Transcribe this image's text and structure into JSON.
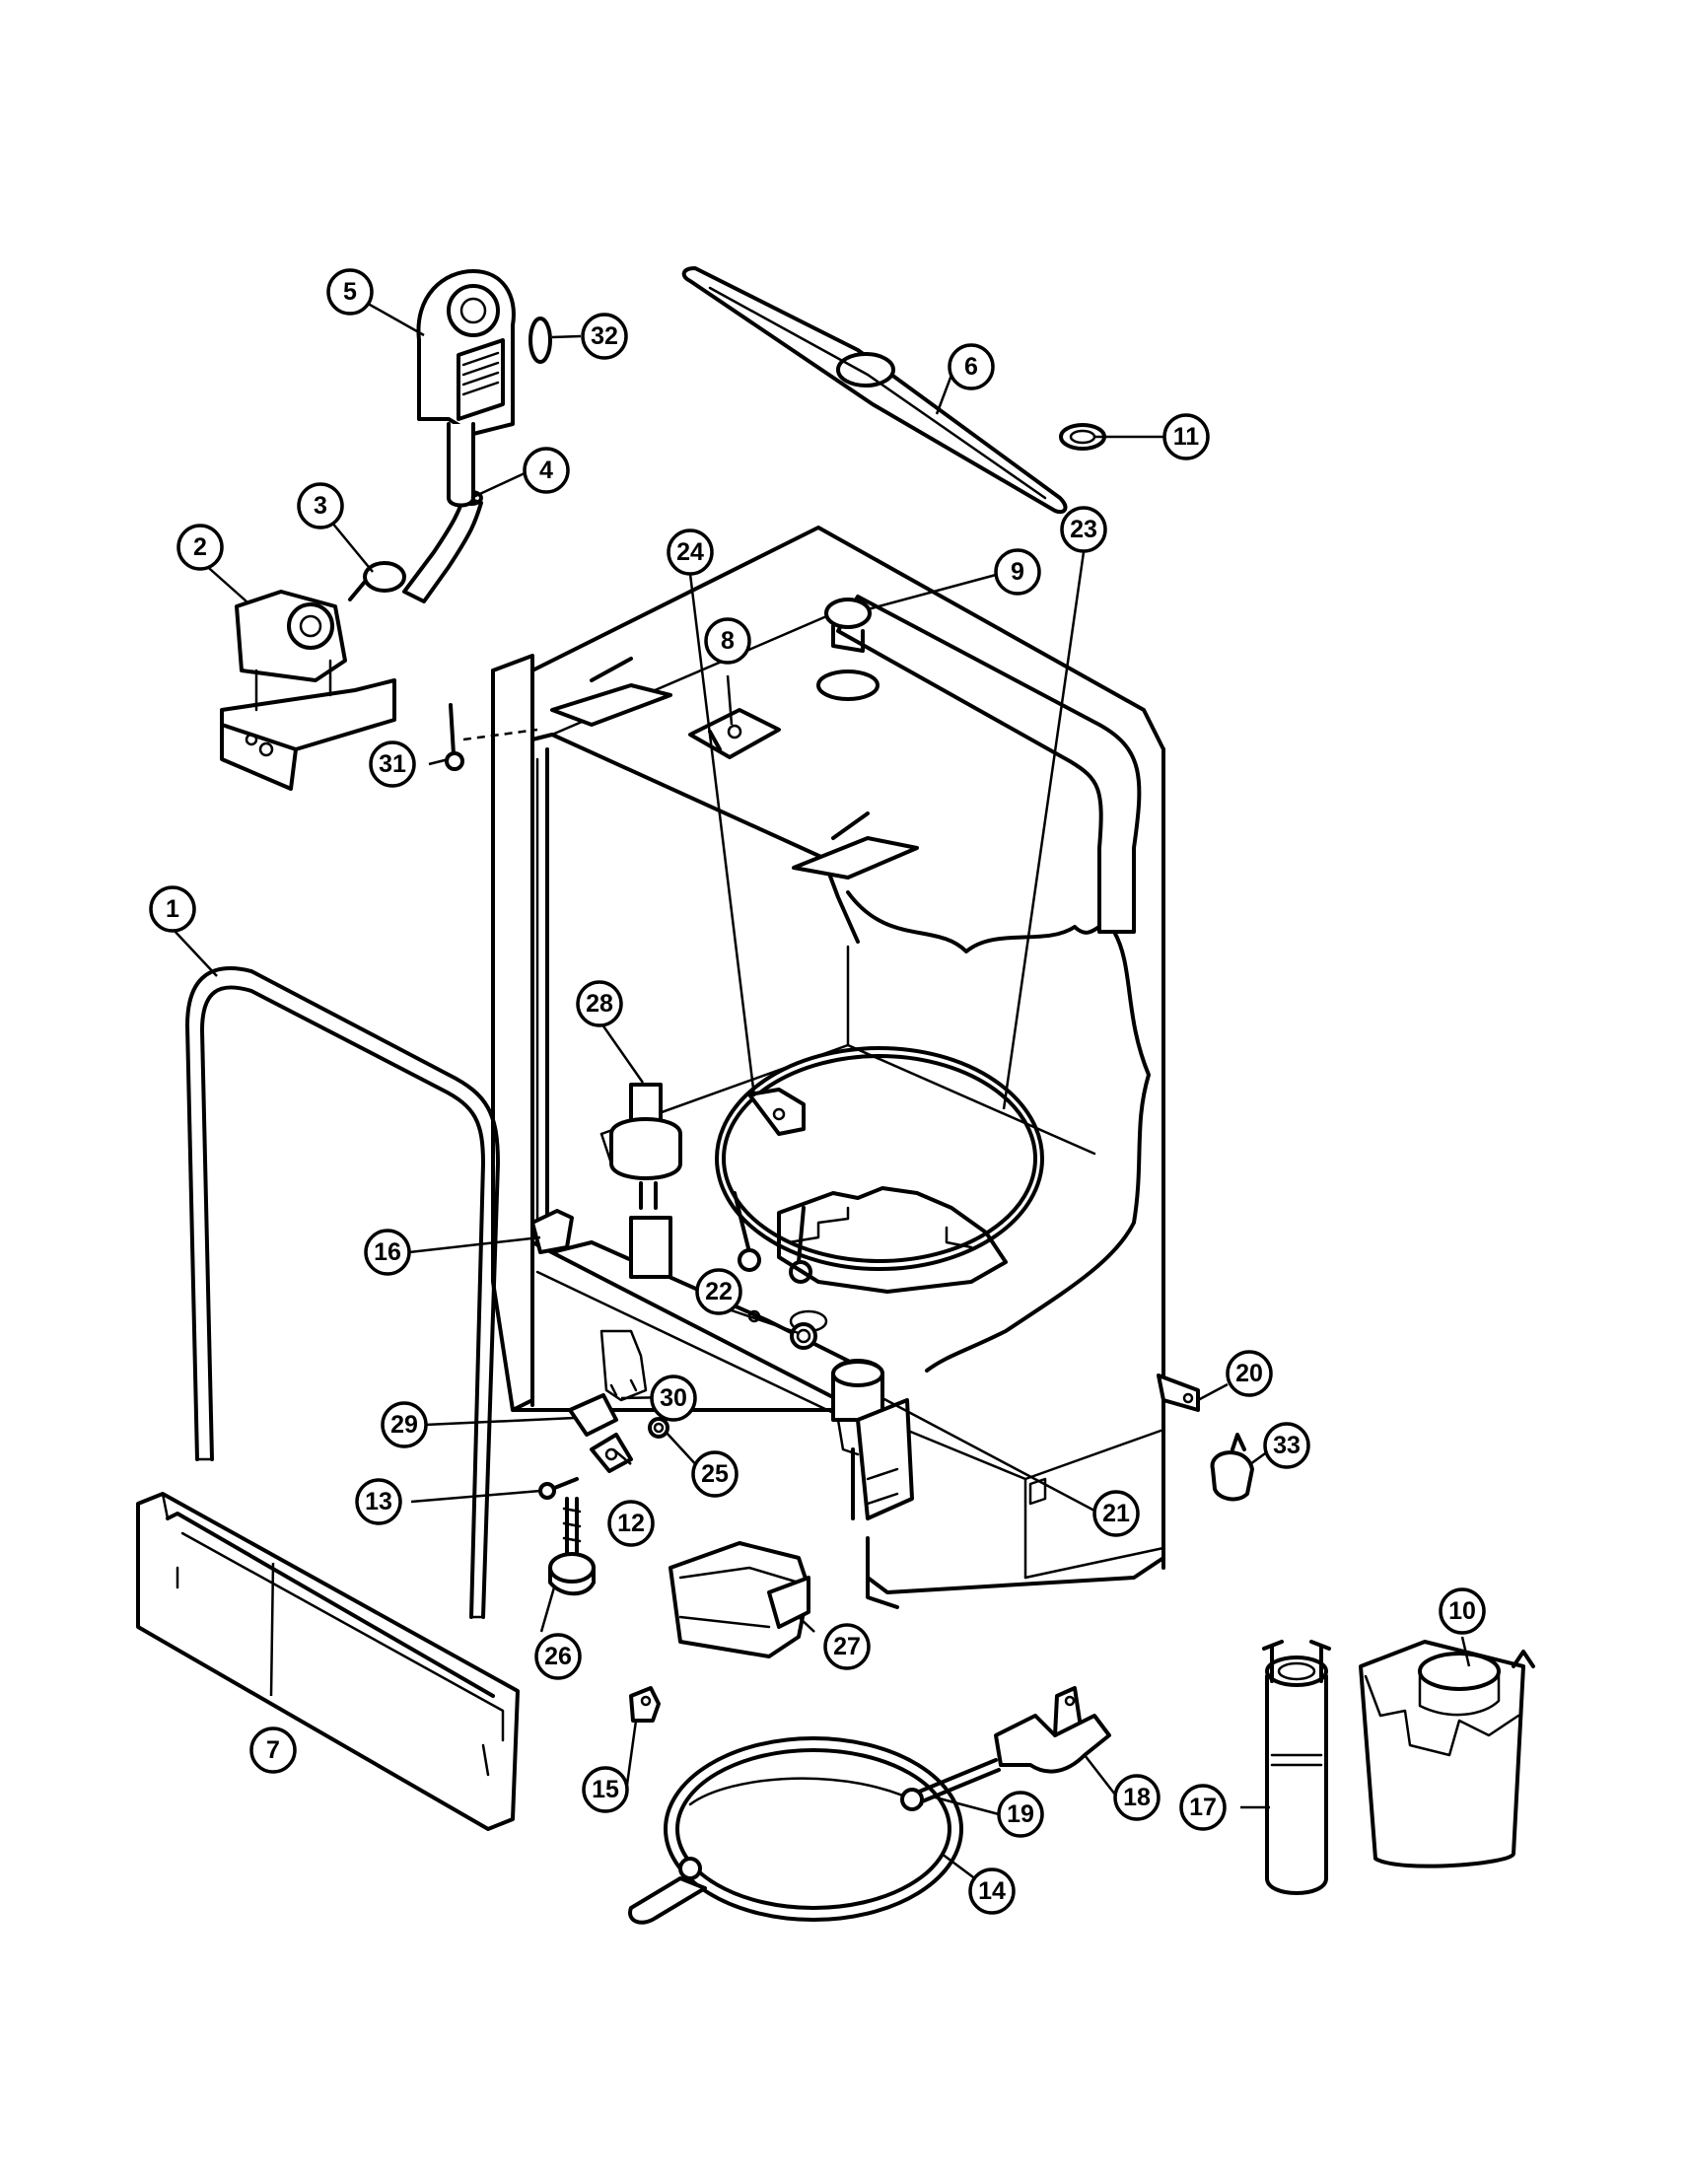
{
  "diagram": {
    "callouts": [
      {
        "id": "c1",
        "label": "1"
      },
      {
        "id": "c2",
        "label": "2"
      },
      {
        "id": "c3",
        "label": "3"
      },
      {
        "id": "c4",
        "label": "4"
      },
      {
        "id": "c5",
        "label": "5"
      },
      {
        "id": "c6",
        "label": "6"
      },
      {
        "id": "c7",
        "label": "7"
      },
      {
        "id": "c8",
        "label": "8"
      },
      {
        "id": "c9",
        "label": "9"
      },
      {
        "id": "c10",
        "label": "10"
      },
      {
        "id": "c11",
        "label": "11"
      },
      {
        "id": "c12",
        "label": "12"
      },
      {
        "id": "c13",
        "label": "13"
      },
      {
        "id": "c14",
        "label": "14"
      },
      {
        "id": "c15",
        "label": "15"
      },
      {
        "id": "c16",
        "label": "16"
      },
      {
        "id": "c17",
        "label": "17"
      },
      {
        "id": "c18",
        "label": "18"
      },
      {
        "id": "c19",
        "label": "19"
      },
      {
        "id": "c20",
        "label": "20"
      },
      {
        "id": "c21",
        "label": "21"
      },
      {
        "id": "c22",
        "label": "22"
      },
      {
        "id": "c23",
        "label": "23"
      },
      {
        "id": "c24",
        "label": "24"
      },
      {
        "id": "c25",
        "label": "25"
      },
      {
        "id": "c26",
        "label": "26"
      },
      {
        "id": "c27",
        "label": "27"
      },
      {
        "id": "c28",
        "label": "28"
      },
      {
        "id": "c29",
        "label": "29"
      },
      {
        "id": "c30",
        "label": "30"
      },
      {
        "id": "c31",
        "label": "31"
      },
      {
        "id": "c32",
        "label": "32"
      },
      {
        "id": "c33",
        "label": "33"
      }
    ]
  }
}
